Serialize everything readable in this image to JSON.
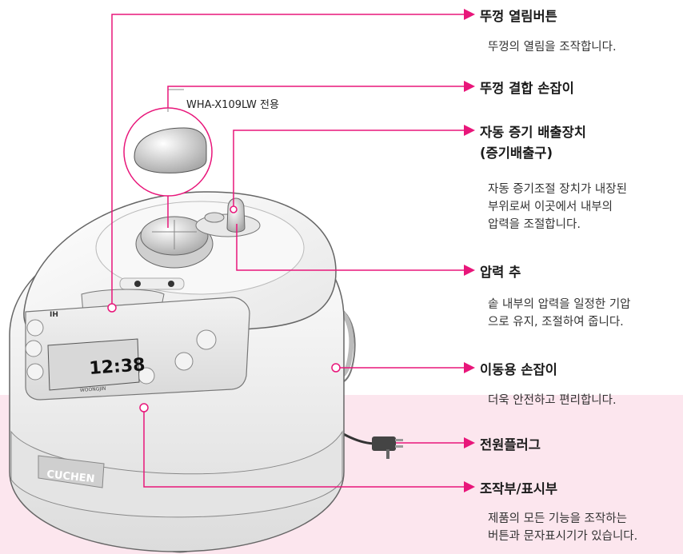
{
  "model_note": "WHA-X109LW 전용",
  "display": {
    "time": "12:38",
    "brand_badge": "WOONGJIN",
    "logo": "CUCHEN",
    "ih_label": "IH"
  },
  "callouts": [
    {
      "id": "lid-open-button",
      "title": "뚜껑 열림버튼",
      "desc": [
        "뚜껑의 열림을 조작합니다."
      ]
    },
    {
      "id": "lid-handle",
      "title": "뚜껑 결합 손잡이",
      "desc": []
    },
    {
      "id": "steam-vent",
      "title": "자동 증기 배출장치",
      "title2": "(증기배출구)",
      "desc": [
        "자동 증기조절 장치가 내장된",
        "부위로써 이곳에서 내부의",
        "압력을 조절합니다."
      ]
    },
    {
      "id": "pressure-weight",
      "title": "압력 추",
      "desc": [
        "솥 내부의 압력을 일정한 기압",
        "으로 유지, 조절하여 줍니다."
      ]
    },
    {
      "id": "carry-handle",
      "title": "이동용 손잡이",
      "desc": [
        "더욱 안전하고 편리합니다."
      ]
    },
    {
      "id": "power-plug",
      "title": "전원플러그",
      "desc": []
    },
    {
      "id": "control-panel",
      "title": "조작부/표시부",
      "desc": [
        "제품의 모든 기능을 조작하는",
        "버튼과 문자표시기가 있습니다."
      ]
    }
  ],
  "colors": {
    "leader": "#e8167a",
    "pink_band": "#fce6ee",
    "body": "#f4f4f4"
  }
}
